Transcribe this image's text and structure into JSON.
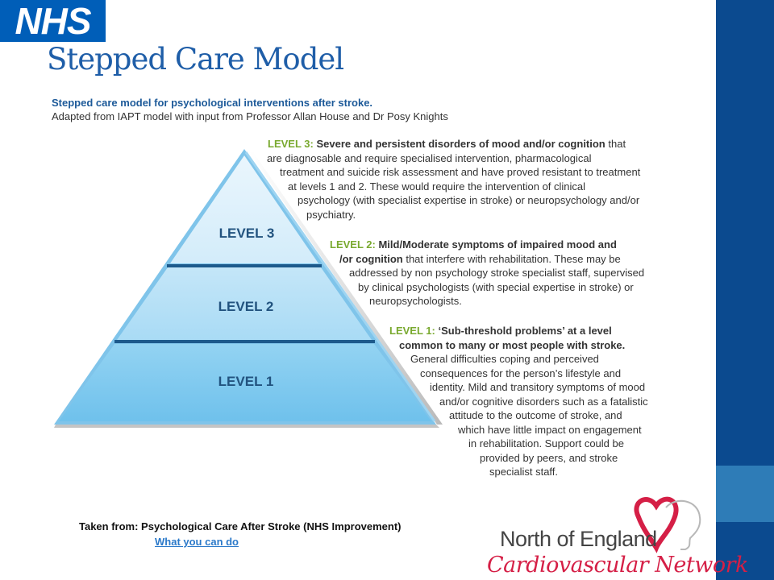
{
  "nhs_logo": {
    "text": "NHS"
  },
  "slide_title": "Stepped Care Model",
  "figure": {
    "title": "Stepped care model for psychological interventions after stroke.",
    "subtitle": "Adapted from IAPT model with input from Professor Allan House and Dr Posy Knights",
    "levels": [
      "LEVEL 3",
      "LEVEL 2",
      "LEVEL 1"
    ],
    "level3": {
      "lead": "LEVEL 3:",
      "lines": [
        "Severe and persistent disorders of mood and/or cognition",
        "that",
        "are diagnosable and require specialised intervention, pharmacological",
        "treatment and suicide risk assessment and have proved resistant to treatment",
        "at levels 1 and 2. These would require the intervention of clinical",
        "psychology (with specialist expertise in stroke) or neuropsychology and/or",
        "psychiatry."
      ]
    },
    "level2": {
      "lead": "LEVEL 2:",
      "lines": [
        "Mild/Moderate symptoms of impaired mood and",
        "/or cognition",
        "that interfere with rehabilitation. These may be",
        "addressed by non psychology stroke specialist staff, supervised",
        "by clinical psychologists (with special expertise in stroke) or",
        "neuropsychologists."
      ]
    },
    "level1": {
      "lead": "LEVEL 1:",
      "lines": [
        "‘Sub-threshold problems’ at a level",
        "common to many or most people with stroke.",
        "General difficulties coping and perceived",
        "consequences for the person’s lifestyle and",
        "identity. Mild and transitory symptoms of mood",
        "and/or cognitive disorders such as a fatalistic",
        "attitude to the outcome of stroke, and",
        "which have little impact on engagement",
        "in rehabilitation. Support could be",
        "provided by peers, and stroke",
        "specialist staff."
      ]
    }
  },
  "credit": "Taken from: Psychological Care After Stroke (NHS Improvement)",
  "link_text": "What you can do",
  "network_logo": {
    "line1": "North of England",
    "line2": "Cardiovascular Network"
  },
  "colors": {
    "nhs_blue": "#005eb8",
    "side_dark": "#0b4a8f",
    "side_mid": "#2e7cb7",
    "level_lead_green": "#79a92f",
    "network_red": "#d51f46"
  }
}
